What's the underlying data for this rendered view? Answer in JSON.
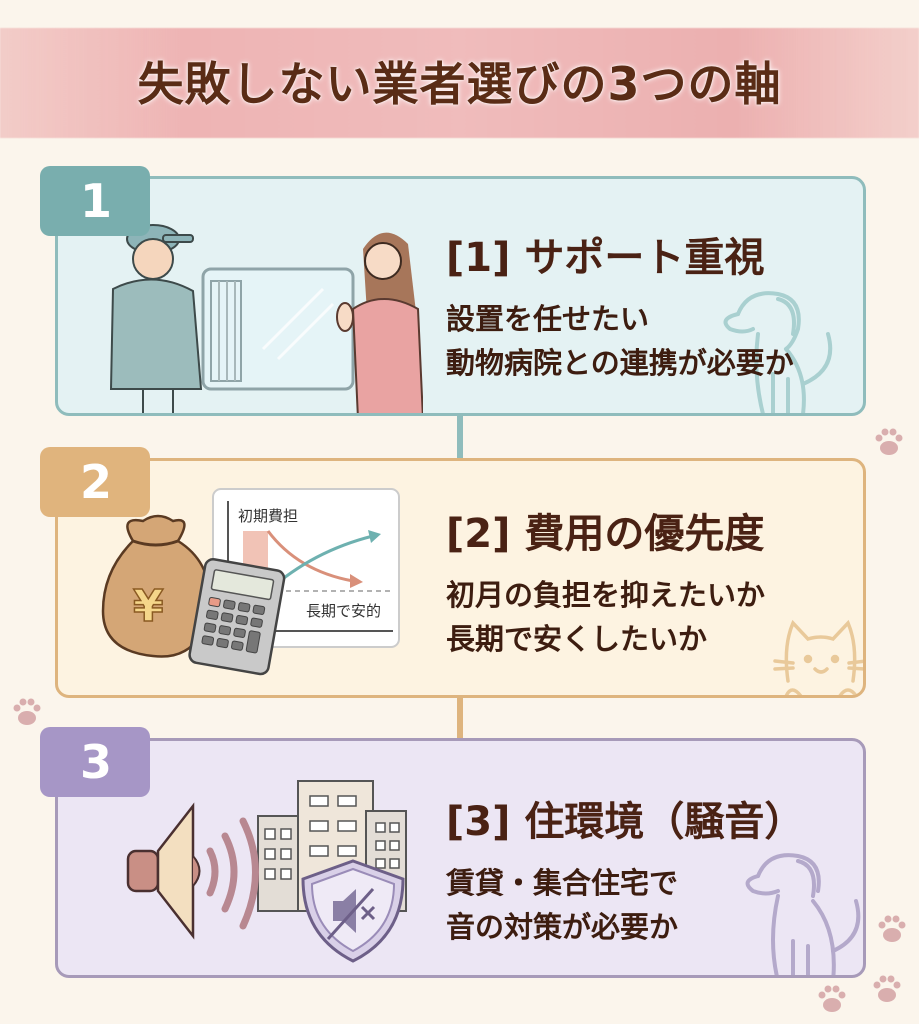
{
  "title": "失敗しない業者選びの3つの軸",
  "cards": [
    {
      "number": "1",
      "heading": "[1] サポート重視",
      "lines": [
        "設置を任せたい",
        "動物病院との連携が必要か"
      ],
      "illustration": "technician-delivering-pet-cage-to-woman",
      "mascot": "dog-outline-icon",
      "color": "#8fbcbc"
    },
    {
      "number": "2",
      "heading": "[2] 費用の優先度",
      "lines": [
        "初月の負担を抑えたいか",
        "長期で安くしたいか"
      ],
      "illustration": "money-bag-calculator-cost-chart",
      "chart_labels": {
        "top": "初期費担",
        "bottom": "長期で安的"
      },
      "mascot": "cat-outline-icon",
      "color": "#deb47e"
    },
    {
      "number": "3",
      "heading": "[3] 住環境（騒音）",
      "lines": [
        "賃貸・集合住宅で",
        "音の対策が必要か"
      ],
      "illustration": "speaker-sound-waves-buildings-mute-shield",
      "mascot": "dog-sitting-outline-icon",
      "color": "#a79ab9"
    }
  ],
  "colors": {
    "background": "#fbf5ec",
    "title_band": "#f0bcbc",
    "text": "#4a2214",
    "paw": "#d9aeae"
  }
}
